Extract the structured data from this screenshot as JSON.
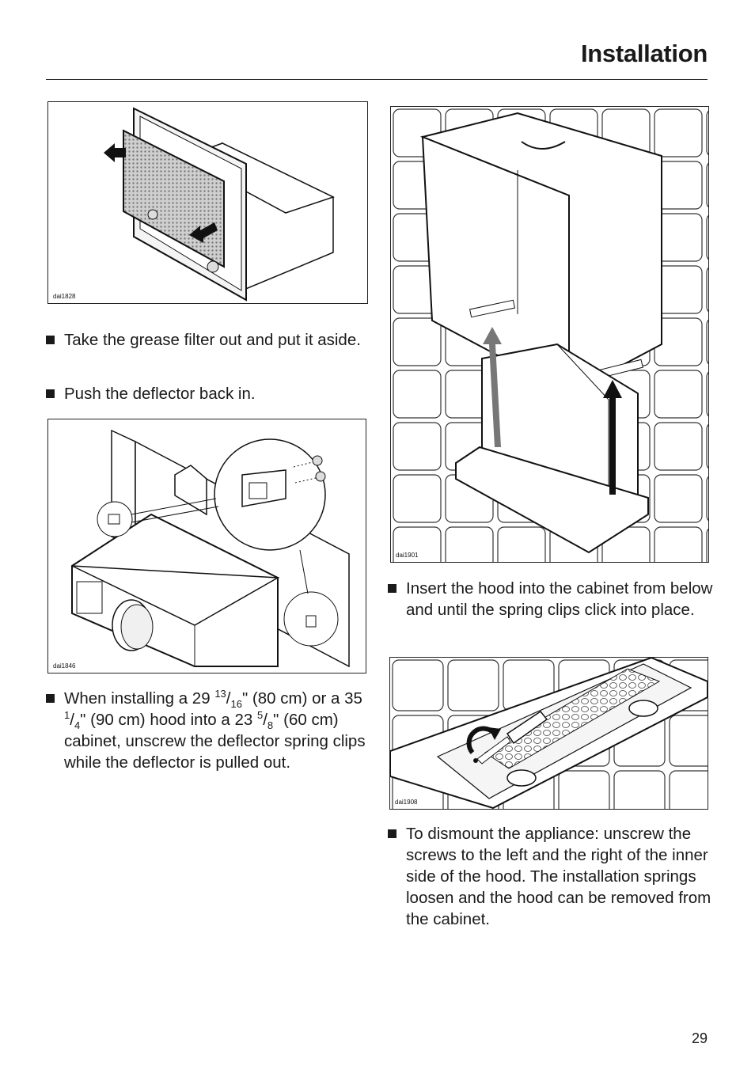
{
  "header": {
    "title": "Installation"
  },
  "figures": {
    "fig1": {
      "label": "dai1828"
    },
    "fig2": {
      "label": "dai1846"
    },
    "fig3": {
      "label": "dai1901"
    },
    "fig4": {
      "label": "dai1908"
    }
  },
  "steps": {
    "s1": "Take the grease filter out and put it aside.",
    "s2": "Push the deflector back in.",
    "s3": {
      "p1": "When installing a 29 ",
      "sup1": "13",
      "slash1": "/",
      "sub1": "16",
      "p2": "\" (80 cm) or a 35 ",
      "sup2": "1",
      "slash2": "/",
      "sub2": "4",
      "p3": "\" (90 cm) hood into a 23 ",
      "sup3": "5",
      "slash3": "/",
      "sub3": "8",
      "p4": "\" (60 cm) cabinet, unscrew the deflector spring clips while the deflector is pulled out."
    },
    "s4": "Insert the hood into the cabinet from below and until the spring clips click into place.",
    "s5": "To dismount the appliance: unscrew the screws to the left and the right of the inner side of the hood. The installation springs loosen and the hood can be removed from the cabinet."
  },
  "footer": {
    "page_number": "29"
  }
}
